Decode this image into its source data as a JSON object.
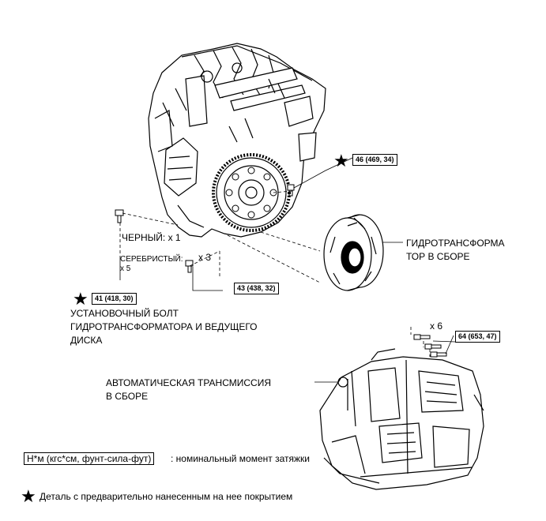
{
  "engine": {
    "flywheel_bolt_torque": "46 (469, 34)",
    "black_bolt_label": "ЧЕРНЫЙ: x 1",
    "silver_bolt_label": "СЕРЕБРИСТЫЙ:",
    "silver_bolt_count": "x 5",
    "silver_bolt_torque": "41 (418, 30)",
    "set_bolt_count": "x 3",
    "set_bolt_torque": "43 (438, 32)",
    "set_bolt_name_line1": "УСТАНОВОЧНЫЙ БОЛТ",
    "set_bolt_name_line2": "ГИДРОТРАНСФОРМАТОРА И ВЕДУЩЕГО",
    "set_bolt_name_line3": "ДИСКА"
  },
  "torque_converter": {
    "name_line1": "ГИДРОТРАНСФОРМА",
    "name_line2": "ТОР В СБОРЕ"
  },
  "transmission": {
    "bolt_count": "x 6",
    "bolt_torque": "64 (653, 47)",
    "name_line1": "АВТОМАТИЧЕСКАЯ ТРАНСМИССИЯ",
    "name_line2": "В СБОРЕ"
  },
  "legend": {
    "torque_units": "Н*м (кгс*см, фунт-сила-фут)",
    "torque_desc": ": номинальный момент затяжки",
    "precoated_desc": "Деталь с предварительно нанесенным на нее покрытием",
    "star_symbol": "★"
  }
}
